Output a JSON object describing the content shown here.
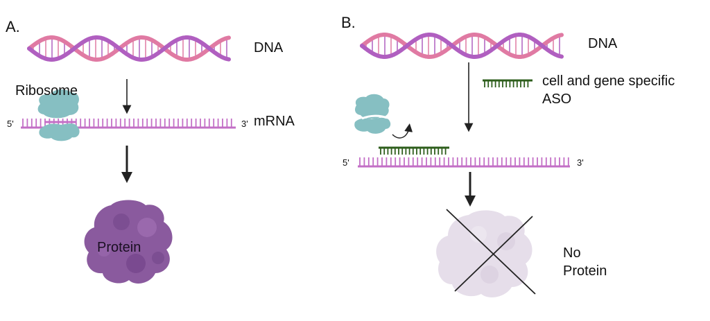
{
  "panel_a": {
    "letter": "A.",
    "dna_label": "DNA",
    "ribosome_label": "Ribosome",
    "mrna_label": "mRNA",
    "five_prime": "5'",
    "three_prime": "3'",
    "protein_label": "Protein"
  },
  "panel_b": {
    "letter": "B.",
    "dna_label": "DNA",
    "aso_label_line1": "cell and gene specific",
    "aso_label_line2": "ASO",
    "five_prime": "5'",
    "three_prime": "3'",
    "no_protein_line1": "No",
    "no_protein_line2": "Protein"
  },
  "colors": {
    "dna_strand_a": "#b05fc0",
    "dna_strand_b": "#e07aa3",
    "mrna": "#c36fc6",
    "ribosome": "#86bfc2",
    "aso": "#2e5e1c",
    "protein": "#8a5a9e",
    "protein_ghost": "#e6deea"
  }
}
